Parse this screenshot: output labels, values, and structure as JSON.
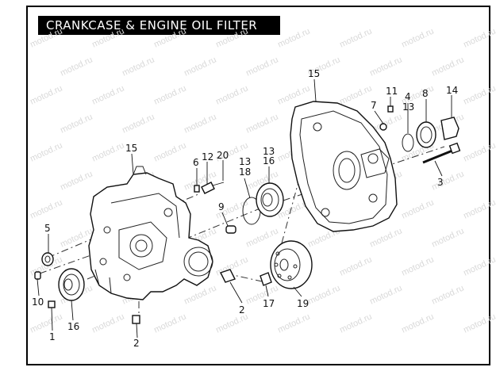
{
  "title": "CRANKCASE & ENGINE OIL FILTER",
  "watermark": "motod.ru",
  "callouts": [
    {
      "id": "c15a",
      "text": "15"
    },
    {
      "id": "c15b",
      "text": "15"
    },
    {
      "id": "c11",
      "text": "11"
    },
    {
      "id": "c7",
      "text": "7"
    },
    {
      "id": "c4",
      "text": "4"
    },
    {
      "id": "c13a",
      "text": "13"
    },
    {
      "id": "c8",
      "text": "8"
    },
    {
      "id": "c14",
      "text": "14"
    },
    {
      "id": "c3",
      "text": "3"
    },
    {
      "id": "c6",
      "text": "6"
    },
    {
      "id": "c12",
      "text": "12"
    },
    {
      "id": "c20",
      "text": "20"
    },
    {
      "id": "c13b",
      "text": "13"
    },
    {
      "id": "c18",
      "text": "18"
    },
    {
      "id": "c13c",
      "text": "13"
    },
    {
      "id": "c16a",
      "text": "16"
    },
    {
      "id": "c9",
      "text": "9"
    },
    {
      "id": "c5",
      "text": "5"
    },
    {
      "id": "c10",
      "text": "10"
    },
    {
      "id": "c1",
      "text": "1"
    },
    {
      "id": "c16b",
      "text": "16"
    },
    {
      "id": "c2a",
      "text": "2"
    },
    {
      "id": "c2b",
      "text": "2"
    },
    {
      "id": "c17",
      "text": "17"
    },
    {
      "id": "c19",
      "text": "19"
    }
  ]
}
